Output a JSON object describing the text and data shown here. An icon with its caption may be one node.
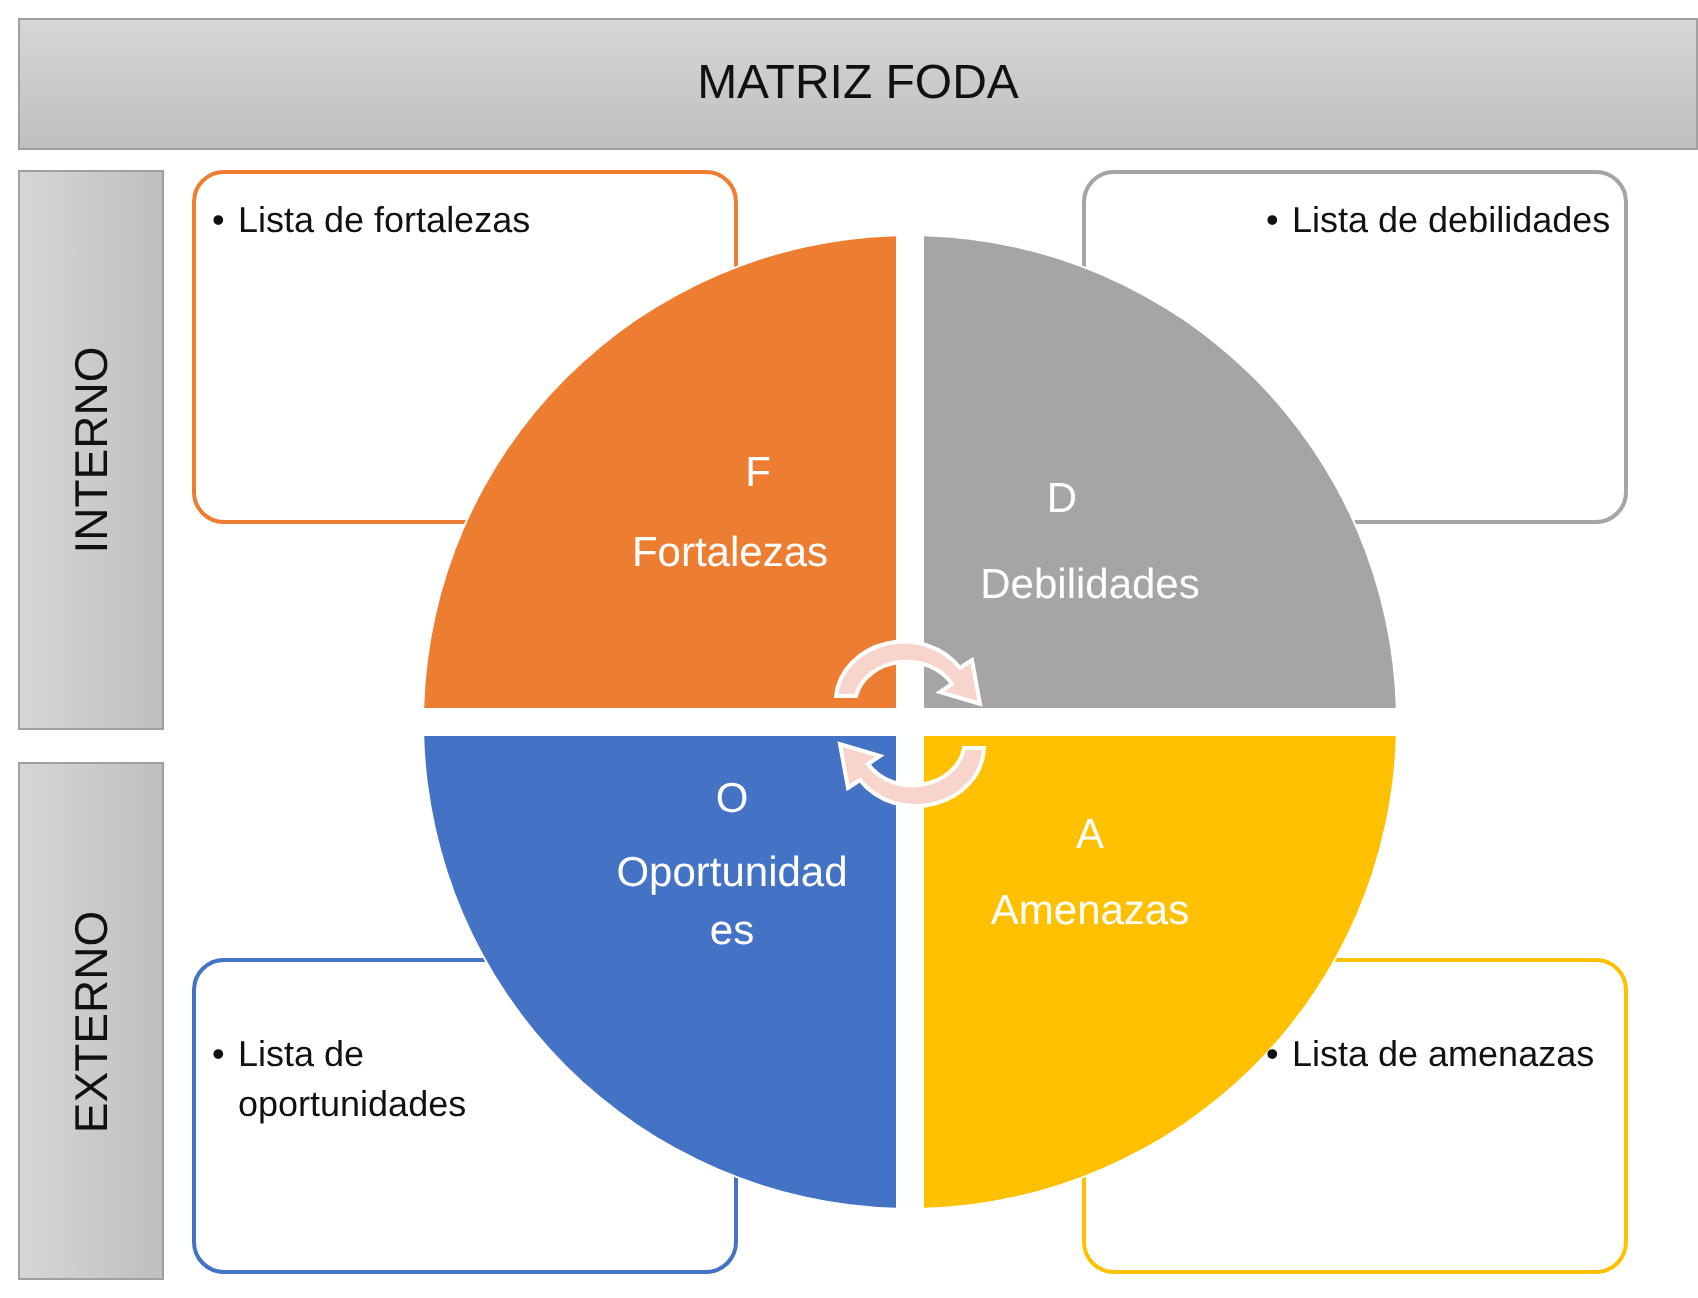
{
  "diagram": {
    "title": "MATRIZ FODA",
    "nodes": [
      {
        "text": [
          "INTERNO"
        ]
      },
      {
        "text": [
          "•",
          "Lista de fortalezas"
        ]
      },
      {
        "text": [
          "F",
          "Fortalezas"
        ]
      },
      {
        "text": [
          "D",
          "Debilidades"
        ]
      },
      {
        "text": [
          "•",
          "Lista de debilidades"
        ]
      },
      {
        "text": [
          "EXTERNO"
        ]
      },
      {
        "text": [
          "O",
          "Oportunidades"
        ]
      },
      {
        "text": [
          "A",
          "Amenazas"
        ]
      },
      {
        "text": [
          "•",
          "Lista de oportunidades"
        ]
      },
      {
        "text": [
          "•",
          "Lista de amenazas"
        ]
      }
    ]
  }
}
